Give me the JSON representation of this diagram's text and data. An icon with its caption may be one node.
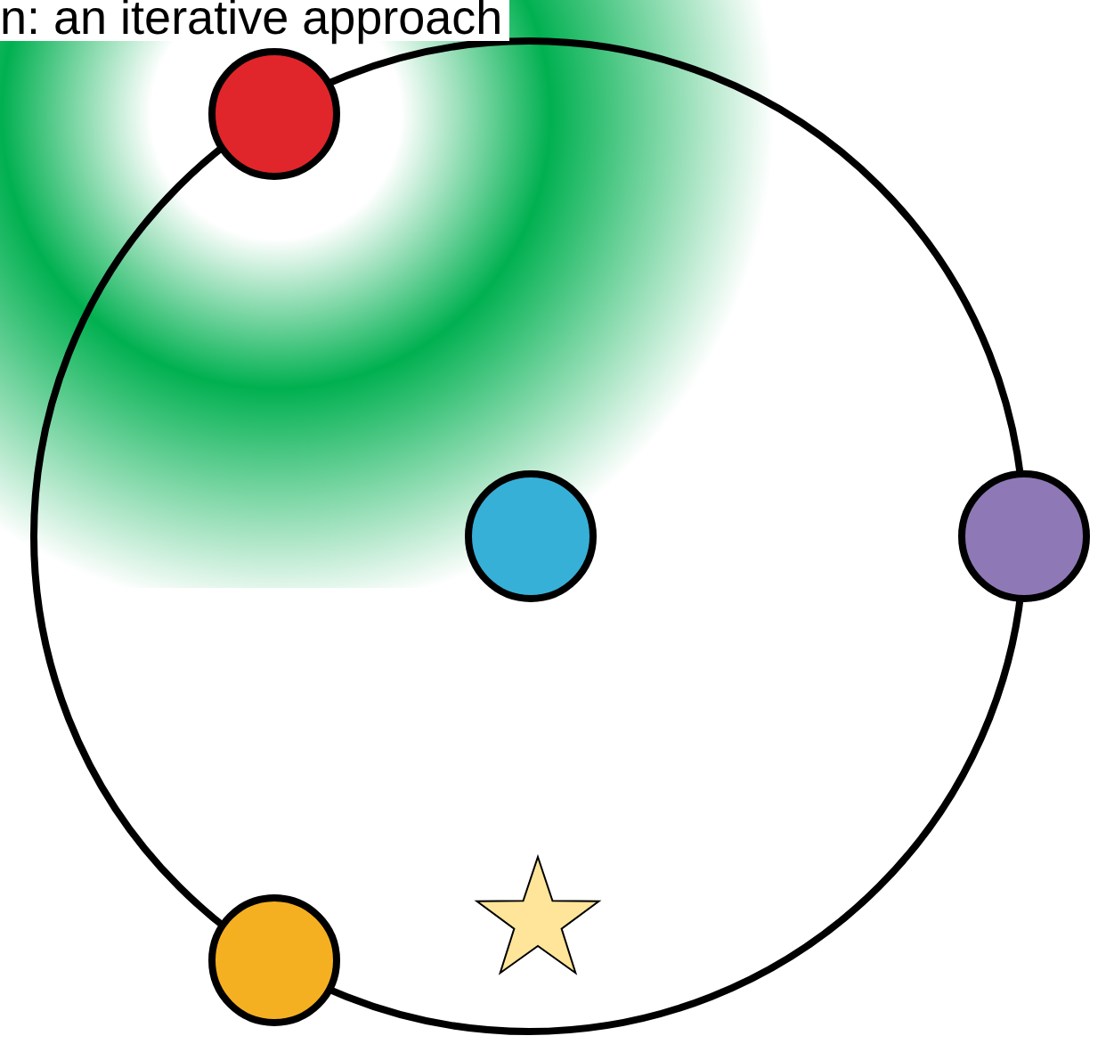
{
  "diagram": {
    "title": "n: an iterative approach",
    "nodes": [
      {
        "text": [],
        "shape": "circle"
      },
      {
        "text": [],
        "shape": "circle"
      },
      {
        "text": [],
        "shape": "circle"
      },
      {
        "text": [],
        "shape": "circle"
      },
      {
        "text": [],
        "shape": "star"
      }
    ]
  }
}
